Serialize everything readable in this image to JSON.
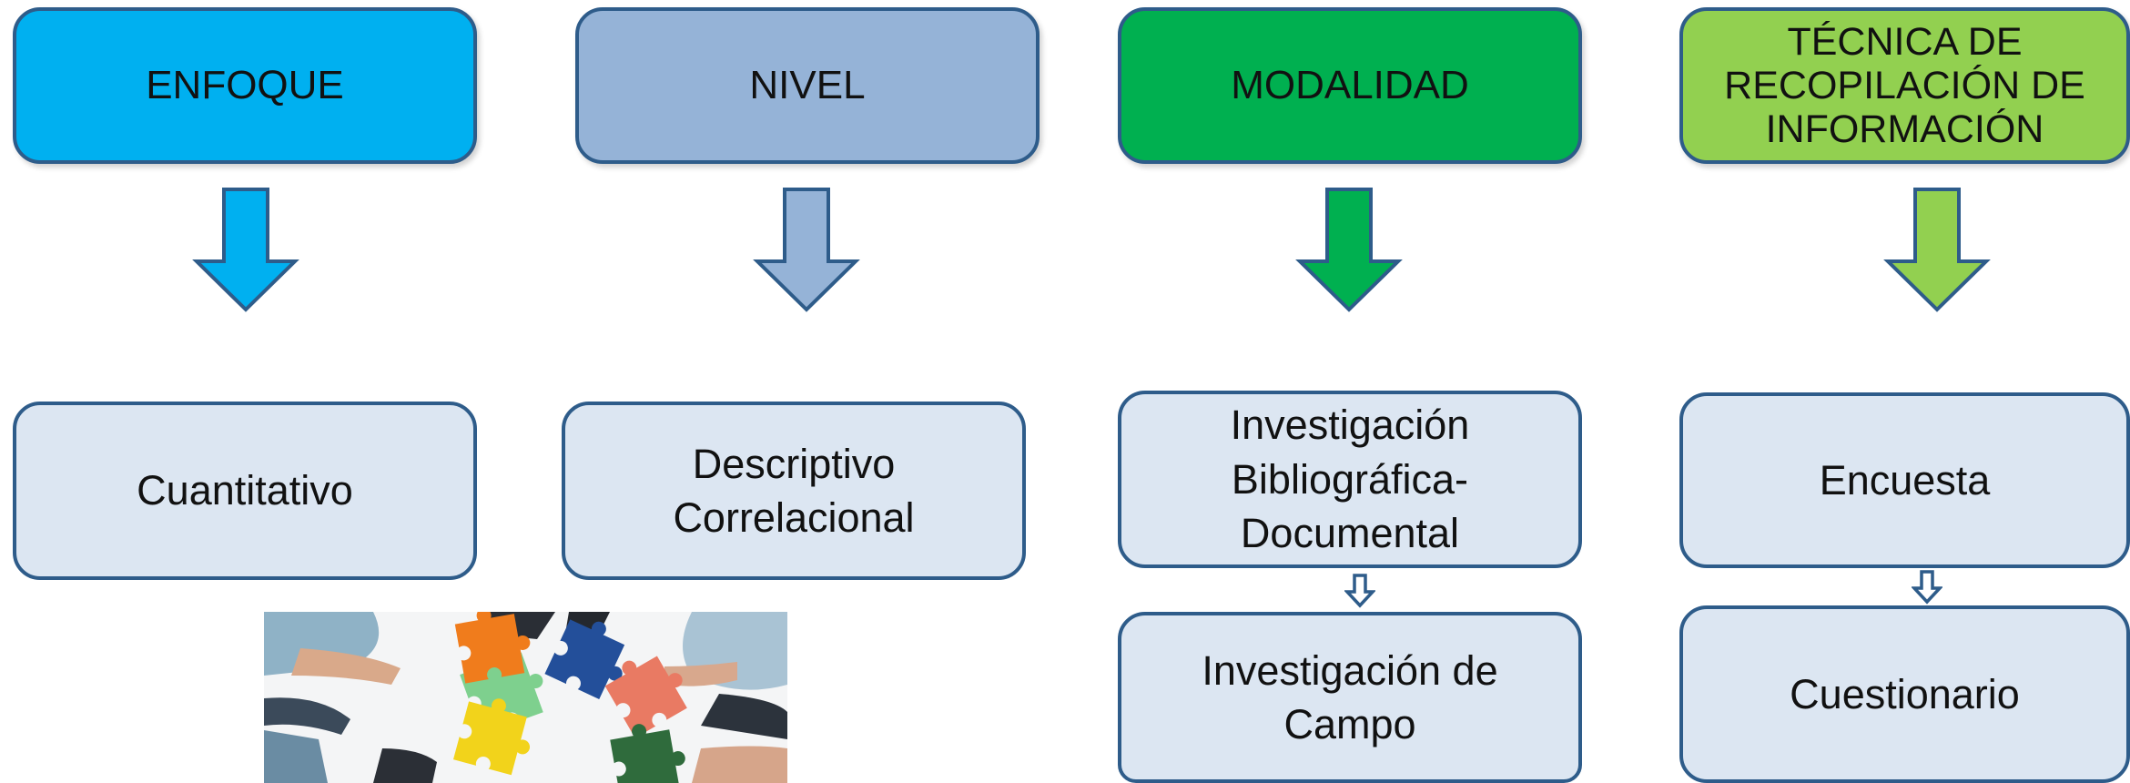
{
  "colors": {
    "border": "#2e5c8a",
    "item_fill": "#dce6f2",
    "enfoque": "#00b0f0",
    "nivel": "#95b3d7",
    "modalidad": "#00b050",
    "tecnica": "#92d050"
  },
  "columns": [
    {
      "header": "ENFOQUE",
      "items": [
        "Cuantitativo"
      ]
    },
    {
      "header": "NIVEL",
      "items": [
        "Descriptivo\nCorrelacional"
      ]
    },
    {
      "header": "MODALIDAD",
      "items": [
        "Investigación\nBibliográfica-\nDocumental",
        "Investigación de\nCampo"
      ]
    },
    {
      "header": "TÉCNICA DE\nRECOPILACIÓN DE\nINFORMACIÓN",
      "items": [
        "Encuesta",
        "Cuestionario"
      ]
    }
  ],
  "image": {
    "description_icon": "puzzle-teamwork-photo"
  }
}
